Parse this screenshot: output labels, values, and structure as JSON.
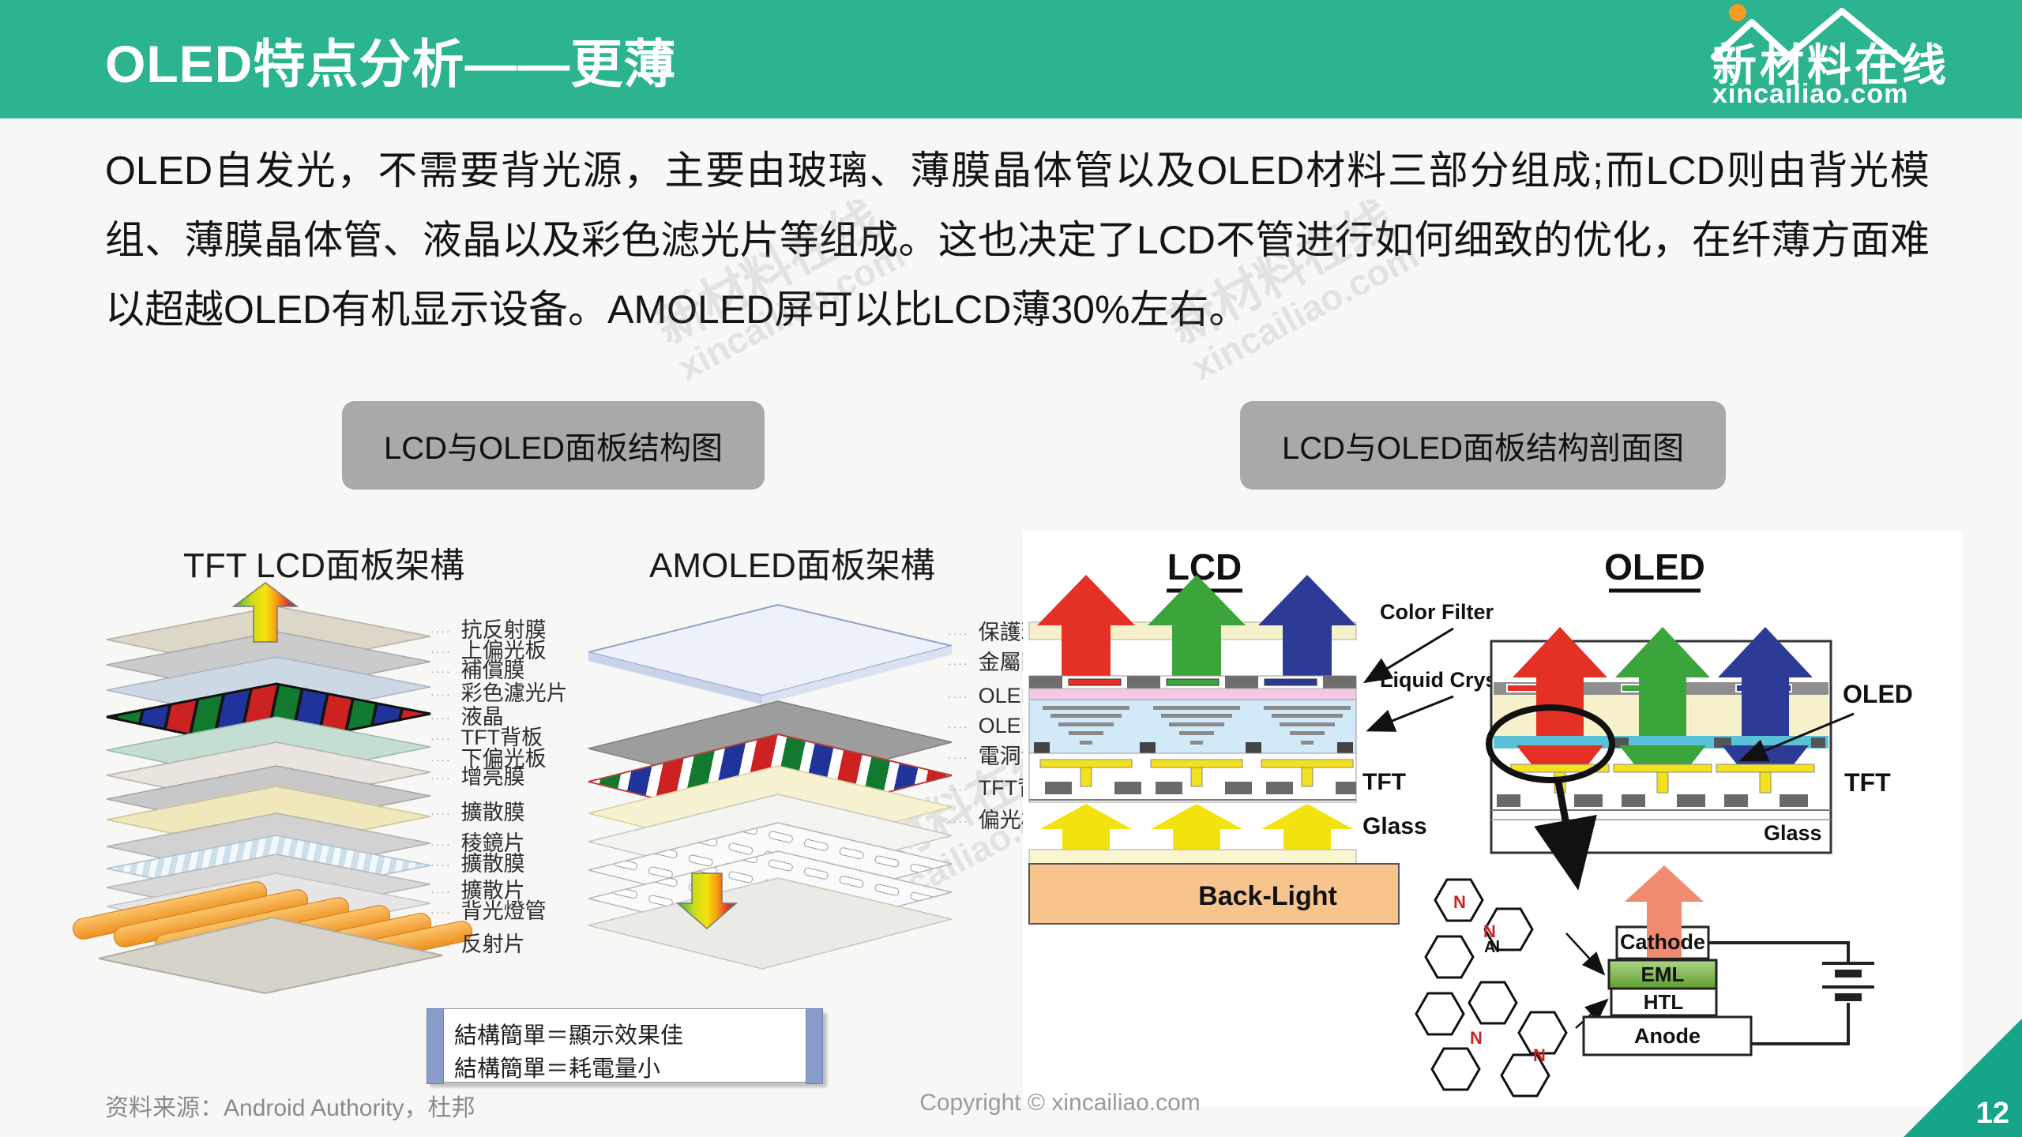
{
  "header": {
    "title": "OLED特点分析——更薄"
  },
  "logo": {
    "name": "新材料在线",
    "domain": "xincailiao.com"
  },
  "intro": {
    "text": "OLED自发光，不需要背光源，主要由玻璃、薄膜晶体管以及OLED材料三部分组成;而LCD则由背光模组、薄膜晶体管、液晶以及彩色滤光片等组成。这也决定了LCD不管进行如何细致的优化，在纤薄方面难以超越OLED有机显示设备。AMOLED屏可以比LCD薄30%左右。"
  },
  "captions": {
    "left": "LCD与OLED面板结构图",
    "right": "LCD与OLED面板结构剖面图"
  },
  "tick": "····",
  "lcd_stack": {
    "title": "TFT LCD面板架構",
    "layers": [
      "抗反射膜",
      "上偏光板",
      "補償膜",
      "彩色濾光片",
      "液晶",
      "TFT背板",
      "下偏光板",
      "增亮膜",
      "擴散膜",
      "稜鏡片",
      "擴散膜",
      "擴散片",
      "背光燈管",
      "反射片"
    ]
  },
  "amoled_stack": {
    "title": "AMOLED面板架構",
    "layers": [
      "保護玻璃",
      "金屬陰極",
      "OLED發光材",
      "OLED基材",
      "電洞注入層",
      "TFT背板",
      "偏光板"
    ],
    "notes": [
      "結構簡單＝顯示效果佳",
      "結構簡單＝耗電量小"
    ]
  },
  "section": {
    "lcd_title": "LCD",
    "oled_title": "OLED",
    "color_filter": "Color Filter",
    "liquid_crystal": "Liquid Crystal",
    "tft_lcd": "TFT",
    "glass_lcd": "Glass",
    "backlight": "Back-Light",
    "oled_label": "OLED",
    "tft_oled": "TFT",
    "glass_oled": "Glass",
    "cathode": "Cathode",
    "eml": "EML",
    "htl": "HTL",
    "anode": "Anode"
  },
  "molecule": {
    "n": "N",
    "al": "Al"
  },
  "footer": {
    "source": "资料来源：Android Authority，杜邦",
    "copyright": "Copyright © xincailiao.com",
    "page": "12"
  },
  "colors": {
    "header_teal": "#2cb390",
    "corner_teal": "#17a589",
    "accent_red": "#e53125",
    "accent_green": "#3ba43b",
    "accent_blue": "#2c3c96",
    "backlight_peach": "#f7c48d",
    "eml_green": "#6cab33",
    "caption_gray": "#a9a9a9"
  }
}
